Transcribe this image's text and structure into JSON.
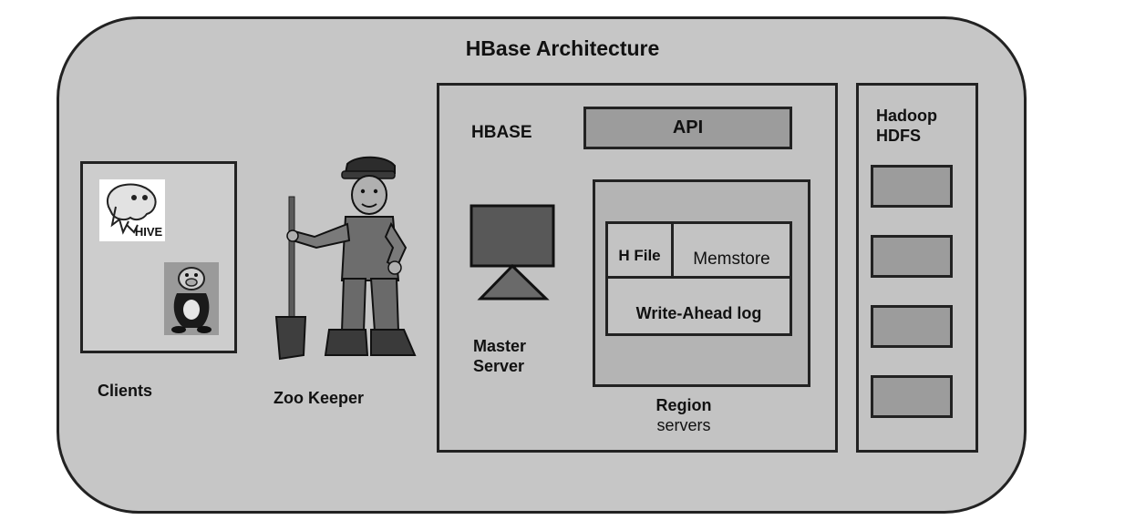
{
  "title": "HBase Architecture",
  "clients": {
    "label": "Clients",
    "logos": [
      {
        "name": "hive-logo",
        "text": "HIVE"
      },
      {
        "name": "pig-logo",
        "text": ""
      }
    ]
  },
  "zookeeper": {
    "label": "Zoo Keeper"
  },
  "hbase": {
    "label": "HBASE",
    "api_label": "API",
    "master_label": [
      "Master",
      "Server"
    ],
    "region": {
      "label": [
        "Region",
        "servers"
      ],
      "hfile": "H File",
      "memstore": "Memstore",
      "wal": "Write-Ahead log"
    }
  },
  "hdfs": {
    "label": [
      "Hadoop",
      "HDFS"
    ],
    "blocks": 4
  },
  "colors": {
    "outer": "#c6c6c6",
    "box": "#c3c3c3",
    "dark": "#555555",
    "mid": "#9c9c9c"
  }
}
